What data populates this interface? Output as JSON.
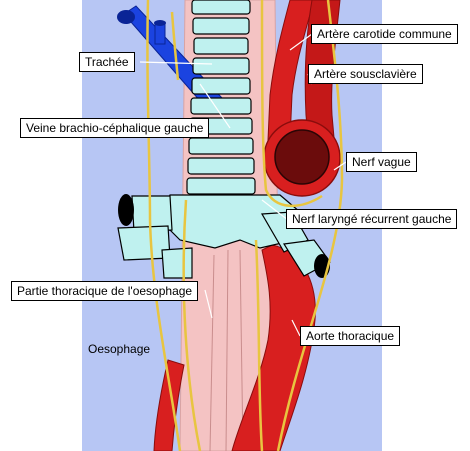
{
  "colors": {
    "background_panel": "#b7c6f4",
    "esophagus": "#f4c3c3",
    "trachea_cartilage": "#bff1ef",
    "artery": "#d81f1f",
    "artery_dark": "#a51010",
    "aorta_lumen": "#6b0c0c",
    "vein": "#1b43e0",
    "nerve": "#e8c540",
    "outline": "#000000"
  },
  "labels": {
    "trachee": "Trachée",
    "carotide": "Artère carotide commune",
    "sousclaviere": "Artère sousclavière",
    "veine": "Veine brachio-céphalique gauche",
    "vague": "Nerf vague",
    "laryngé": "Nerf laryngé récurrent gauche",
    "partie_thoracique": "Partie thoracique de l'oesophage",
    "oesophage": "Oesophage",
    "aorte": "Aorte thoracique"
  }
}
